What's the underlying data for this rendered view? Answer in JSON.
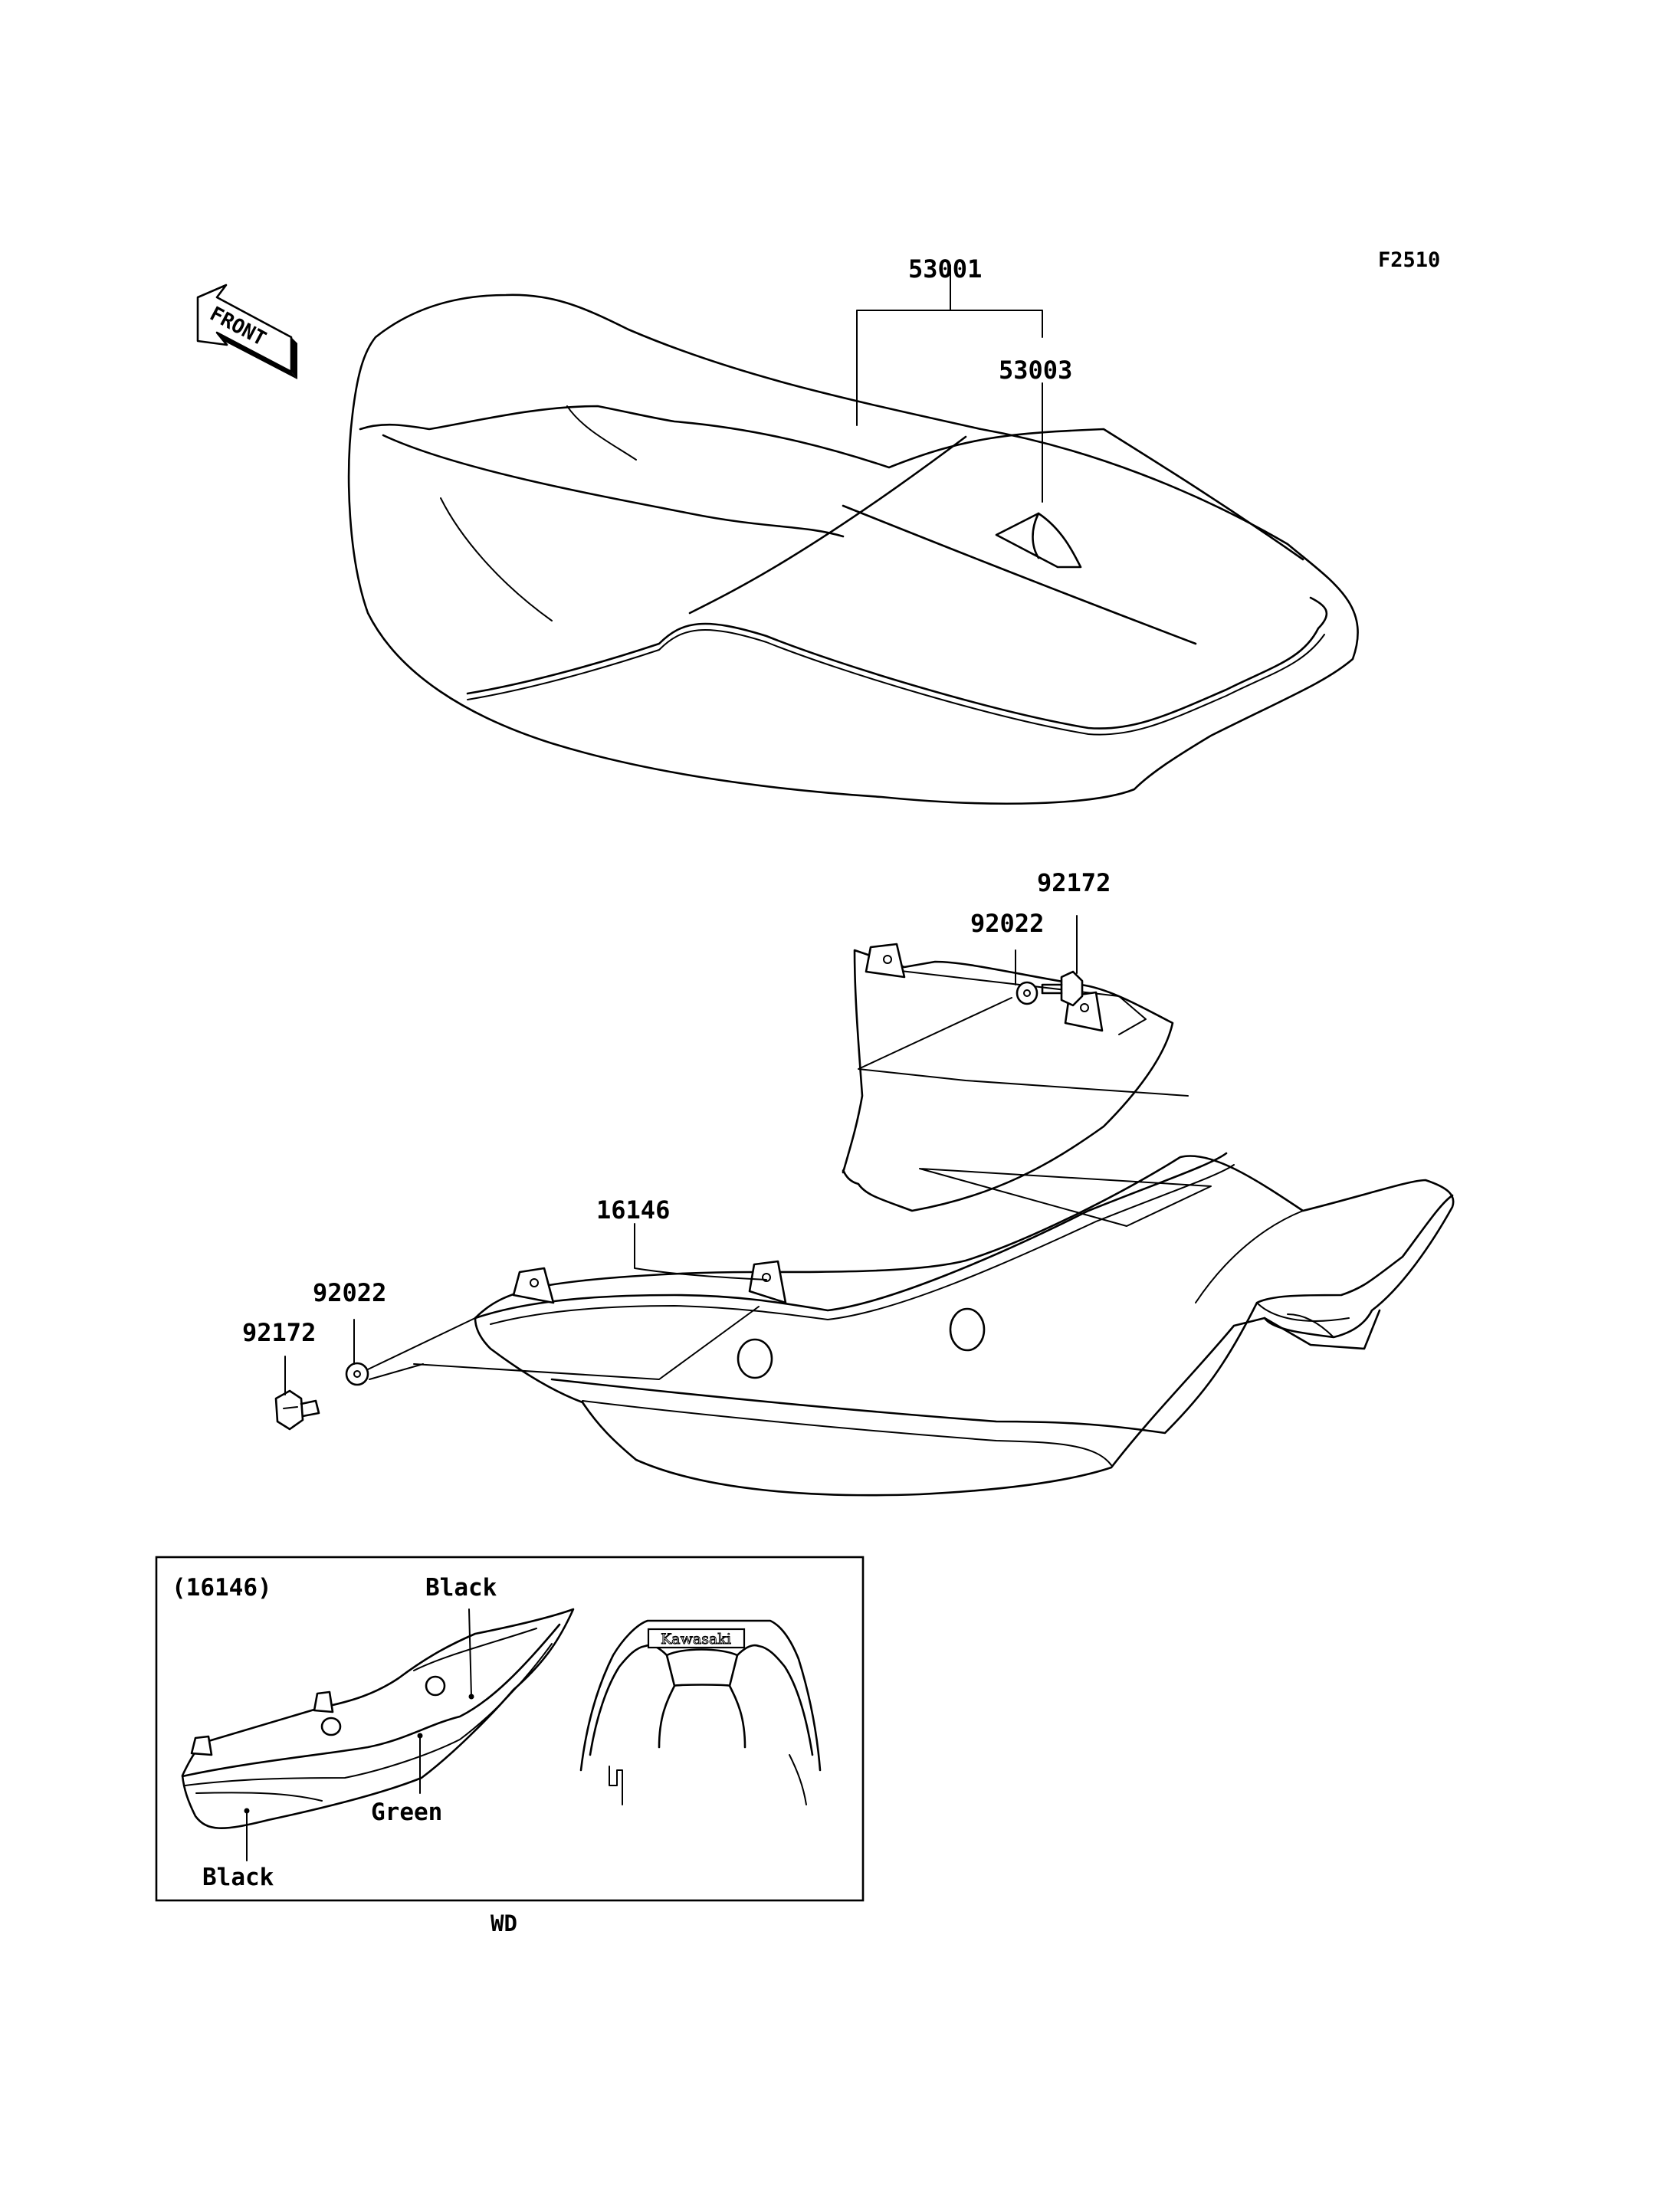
{
  "figure_code": "F2510",
  "front_arrow": {
    "label": "FRONT",
    "icon": "front-direction-arrow-icon"
  },
  "callouts": {
    "seat": "53001",
    "seat_strap": "53003",
    "cover_right_screw": "92172",
    "cover_right_washer": "92022",
    "seat_cover": "16146",
    "cover_left_washer": "92022",
    "cover_left_screw": "92172"
  },
  "inset": {
    "ref": "(16146)",
    "color_top": "Black",
    "color_middle": "Green",
    "color_bottom": "Black",
    "logo_text": "Kawasaki",
    "caption": "WD"
  },
  "colors": {
    "line": "#000000",
    "background": "#ffffff"
  }
}
